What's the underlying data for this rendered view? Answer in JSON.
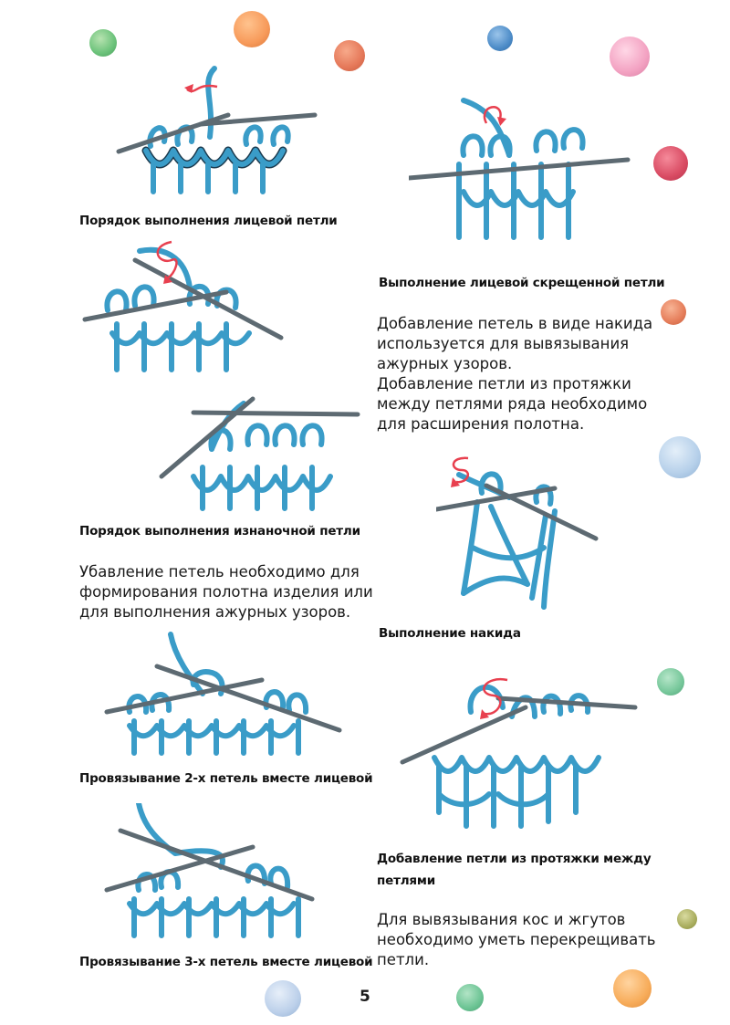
{
  "captions": {
    "knit_stitch": "Порядок выполнения лицевой петли",
    "crossed_knit": "Выполнение лицевой скрещенной петли",
    "purl_stitch": "Порядок выполнения изнаночной петли",
    "yarn_over": "Выполнение накида",
    "knit_2_together": "Провязывание 2-х петель вместе лицевой",
    "increase_from_bar_line1": "Добавление петли из протяжки между",
    "increase_from_bar_line2": "петлями",
    "knit_3_together": "Провязывание 3-х петель вместе лицевой"
  },
  "paragraphs": {
    "increases": [
      "Добавление петель в виде накида",
      "используется для вывязывания",
      "ажурных узоров.",
      "Добавление петли из протяжки",
      "между петлями ряда необходимо",
      "для расширения полотна."
    ],
    "decreases": [
      "Убавление петель необходимо для",
      "формирования полотна изделия или",
      "для выполнения ажурных узоров."
    ],
    "cables": [
      "Для вывязывания кос и жгутов",
      "необходимо уметь перекрещивать",
      "петли."
    ]
  },
  "page_number": "5",
  "colors": {
    "yarn_blue": "#3a9cc8",
    "yarn_outline": "#1b3a4e",
    "needle": "#5d6a72",
    "arrow_red": "#e8404f"
  },
  "decorations": [
    "yarn-ball-green",
    "yarn-ball-orange",
    "yarn-ball-salmon",
    "yarn-ball-blue",
    "yarn-ball-pink",
    "yarn-ball-red",
    "yarn-ball-light-blue",
    "yarn-ball-teal",
    "yarn-ball-olive"
  ]
}
